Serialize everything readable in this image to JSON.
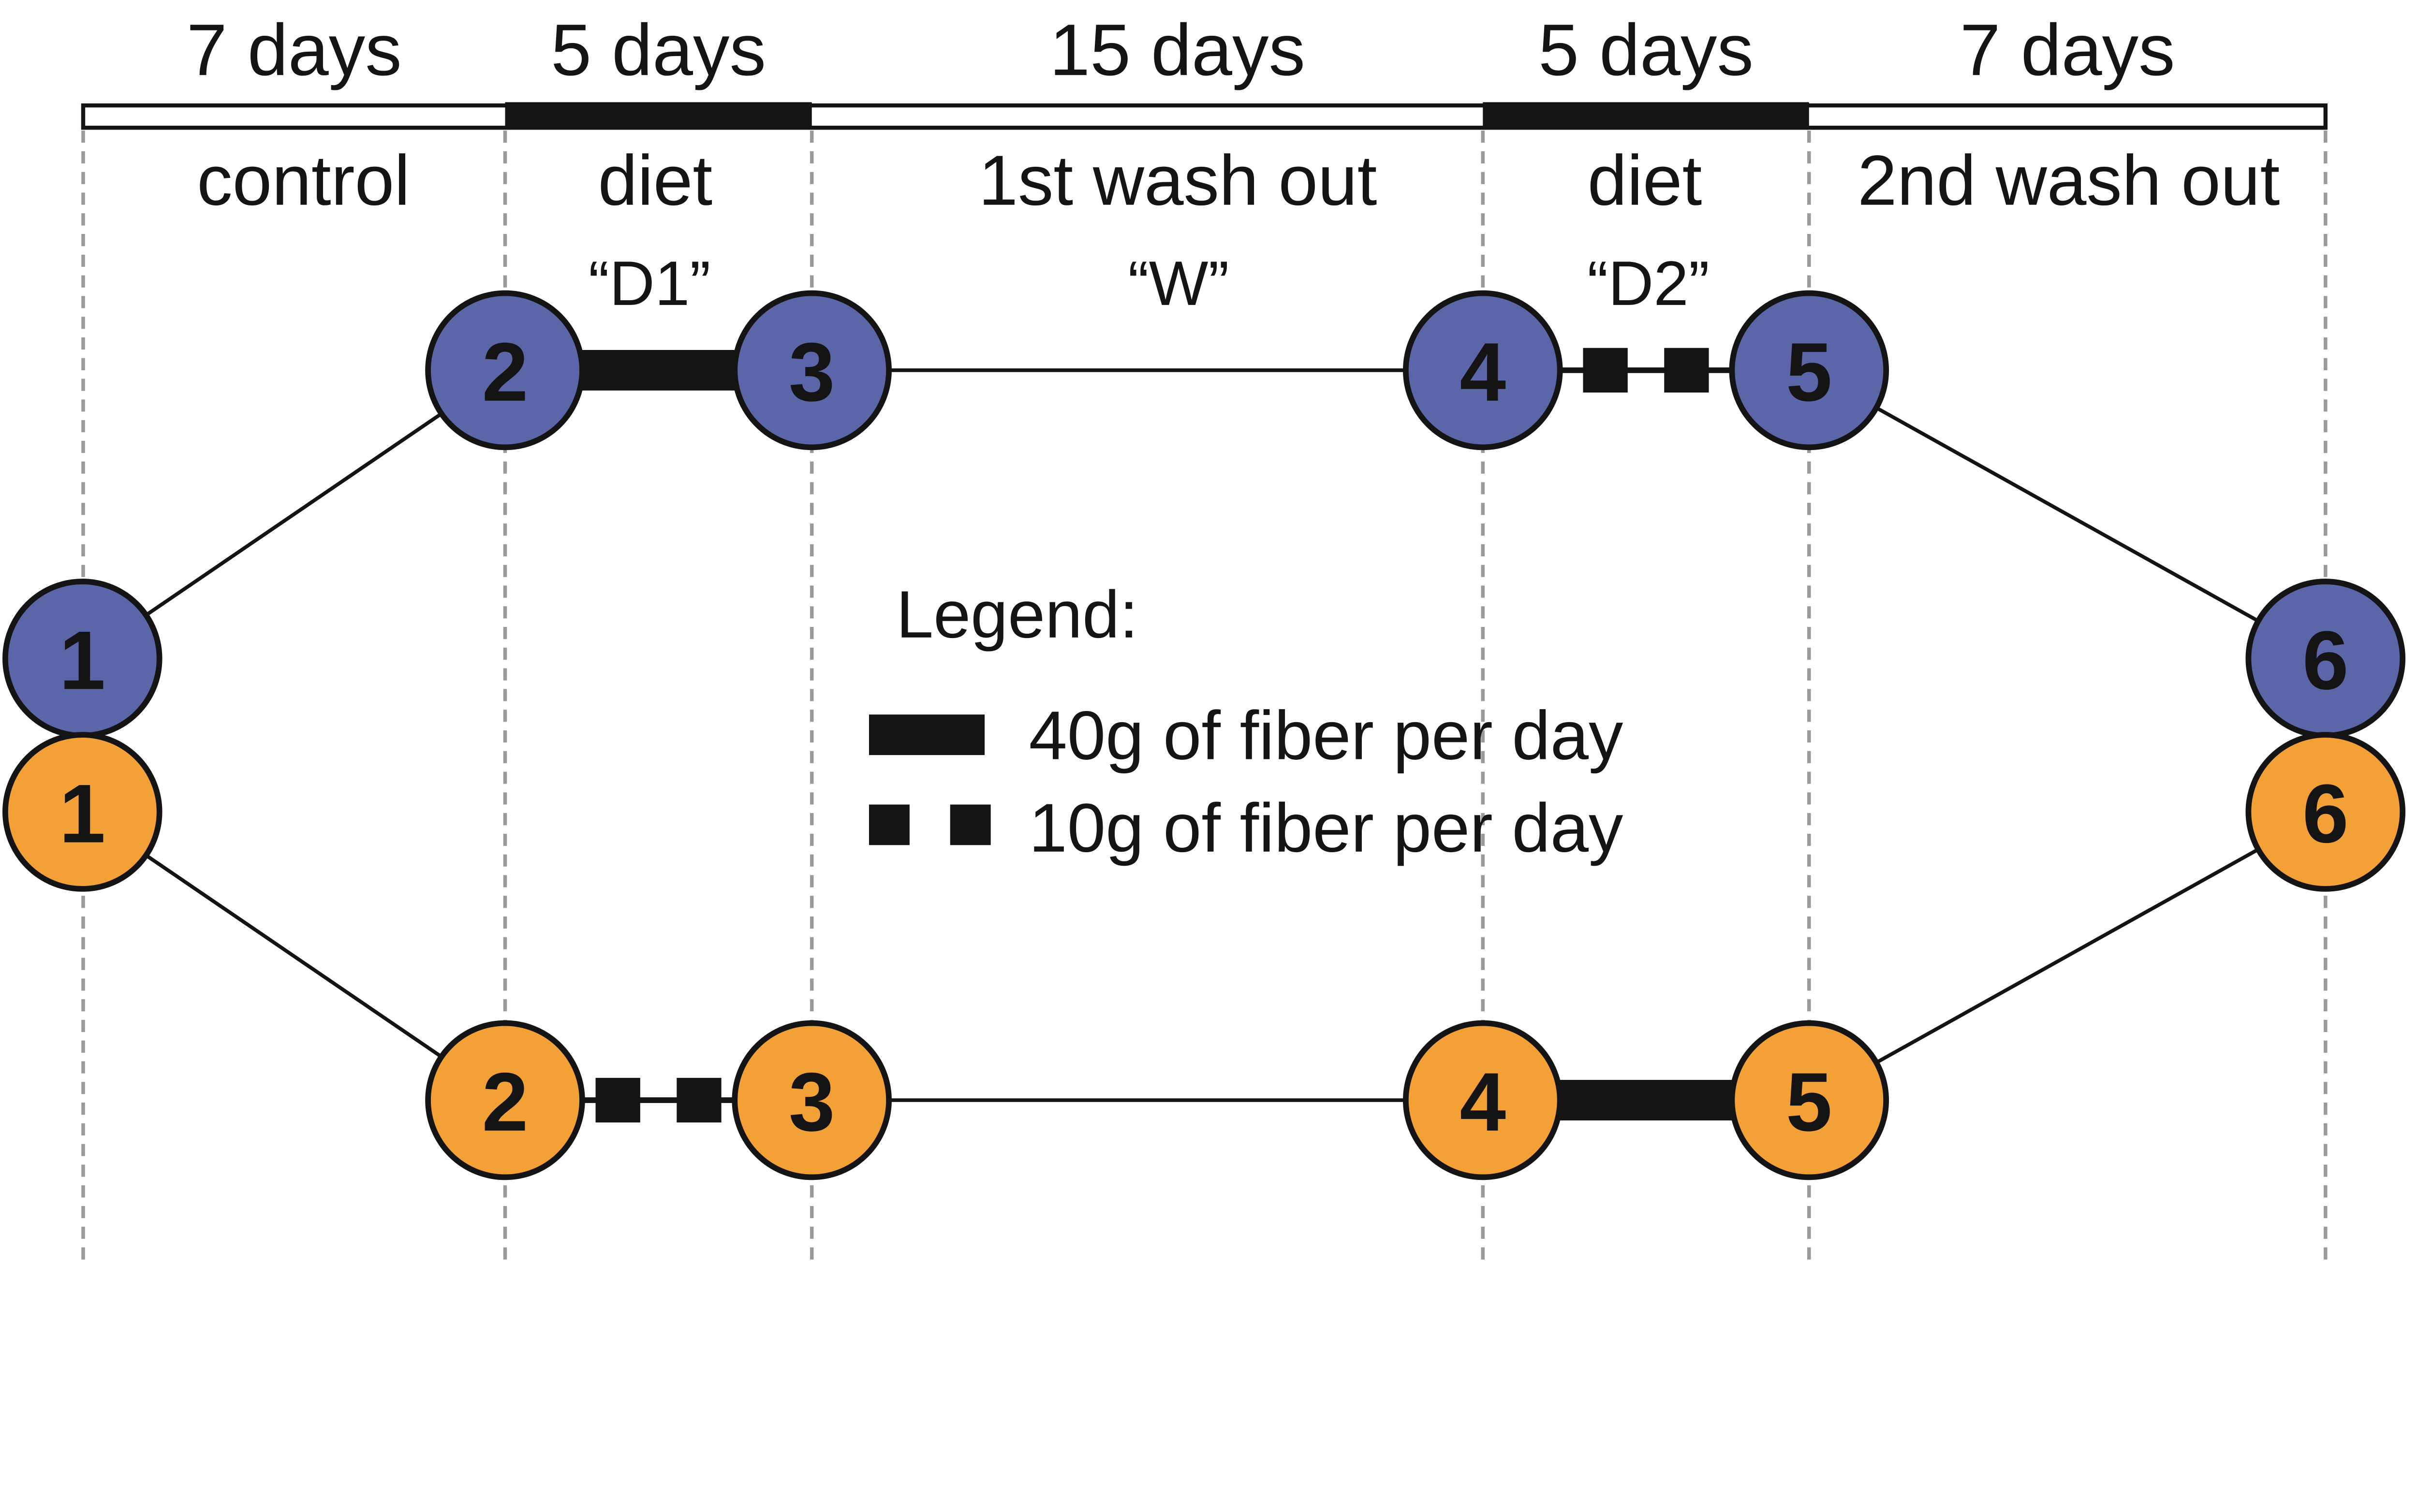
{
  "figure": {
    "type": "crossover-study-design-diagram",
    "timeline": {
      "phases": [
        {
          "duration": "7 days",
          "name": "control",
          "code": "",
          "bar_style": "white"
        },
        {
          "duration": "5 days",
          "name": "diet",
          "code": "“D1”",
          "bar_style": "black"
        },
        {
          "duration": "15 days",
          "name": "1st wash out",
          "code": "“W”",
          "bar_style": "white"
        },
        {
          "duration": "5 days",
          "name": "diet",
          "code": "“D2”",
          "bar_style": "black"
        },
        {
          "duration": "7 days",
          "name": "2nd wash out",
          "code": "",
          "bar_style": "white"
        }
      ]
    },
    "arms": {
      "top": {
        "color": "#5A66A8",
        "nodes": [
          "1",
          "2",
          "3",
          "4",
          "5",
          "6"
        ]
      },
      "bottom": {
        "color": "#F3A136",
        "nodes": [
          "1",
          "2",
          "3",
          "4",
          "5",
          "6"
        ]
      }
    },
    "links": {
      "top_arm": [
        {
          "from": "2",
          "to": "3",
          "type": "40g"
        },
        {
          "from": "3",
          "to": "4",
          "type": "plain"
        },
        {
          "from": "4",
          "to": "5",
          "type": "10g"
        }
      ],
      "bottom_arm": [
        {
          "from": "2",
          "to": "3",
          "type": "10g"
        },
        {
          "from": "3",
          "to": "4",
          "type": "plain"
        },
        {
          "from": "4",
          "to": "5",
          "type": "40g"
        }
      ]
    },
    "legend": {
      "title": "Legend:",
      "items": [
        {
          "swatch": "solid-bar",
          "label": "40g of fiber per day"
        },
        {
          "swatch": "dashed-bar",
          "label": "10g of fiber per day"
        }
      ]
    },
    "colors": {
      "arm_top": "#5A66A8",
      "arm_bottom": "#F3A136",
      "ink": "#141414",
      "dash_gray": "#9A9A9A",
      "bar_fill": "#FFFFFF",
      "node_number": "#FFFFFF"
    }
  }
}
